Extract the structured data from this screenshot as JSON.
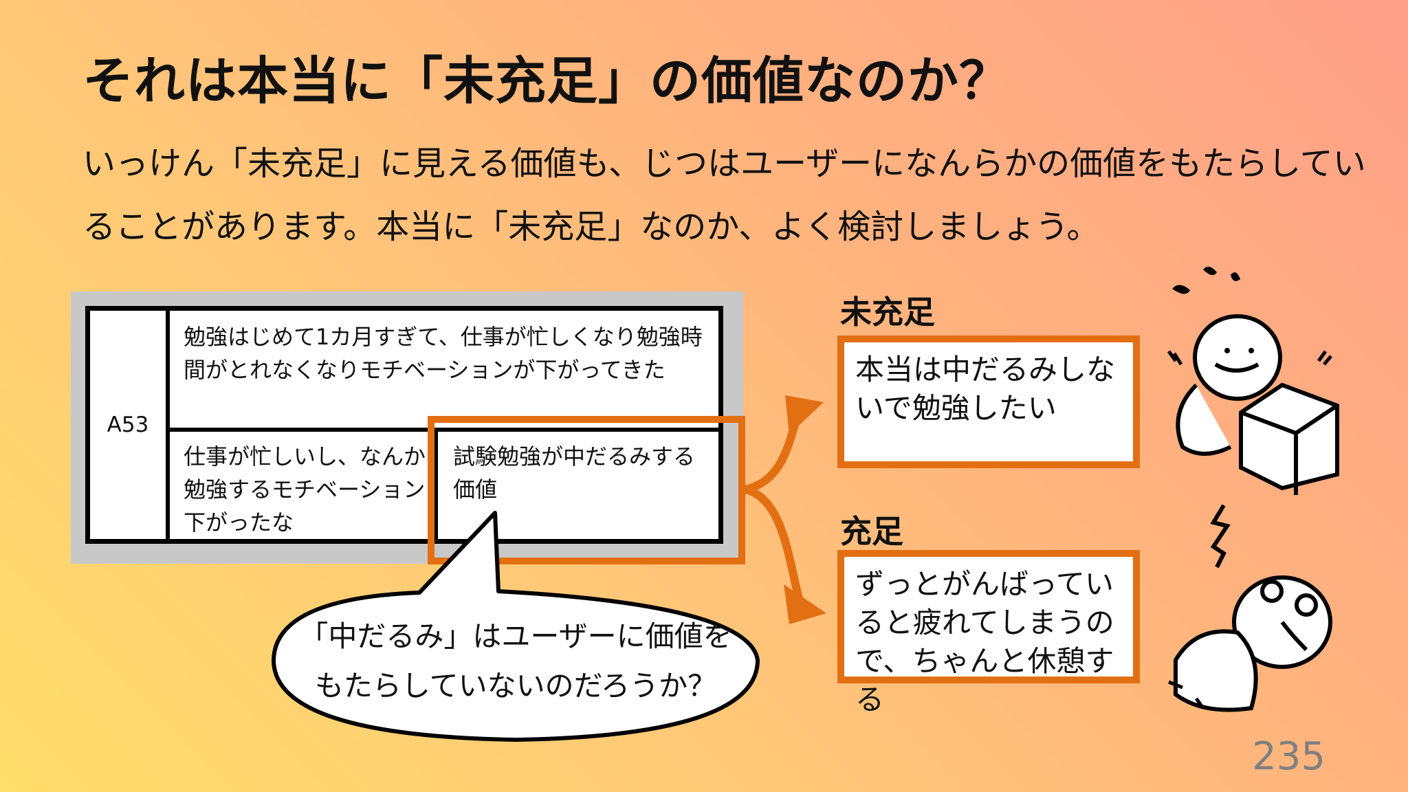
{
  "title": "それは本当に「未充足」の価値なのか？",
  "lead": {
    "line1": "いっけん「未充足」に見える価値も、じつはユーザーになんらかの価値をもたらしてい",
    "line2": "ることがあります。本当に「未充足」なのか、よく検討しましょう。"
  },
  "card": {
    "id": "A53",
    "top_text": "勉強はじめて1カ月すぎて、仕事が忙しくなり勉強時間がとれなくなりモチベーションが下がってきた",
    "bottom_left": "仕事が忙しいし、なんか勉強するモチベーション下がったな",
    "bottom_right": "試験勉強が中だるみする価値"
  },
  "bubble": {
    "line1": "「中だるみ」はユーザーに価値を",
    "line2": "もたらしていないのだろうか？"
  },
  "unfilled": {
    "label": "未充足",
    "text": "本当は中だるみしないで勉強したい"
  },
  "filled": {
    "label": "充足",
    "text": "ずっとがんばっていると疲れてしまうので、ちゃんと休憩する"
  },
  "page_number": "235",
  "colors": {
    "accent": "#e26f12",
    "card_frame": "#c8c8c8"
  }
}
